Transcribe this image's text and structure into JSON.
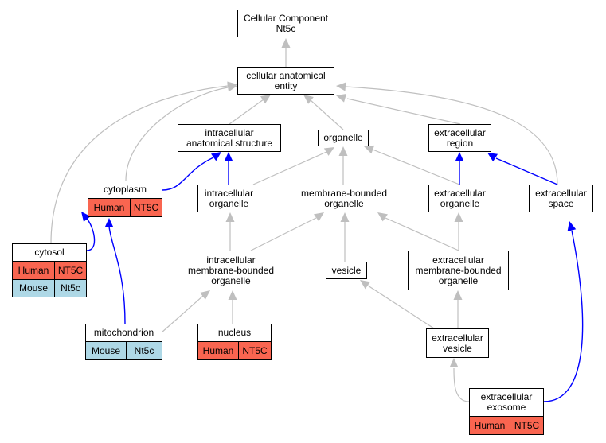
{
  "colors": {
    "human": "#f96550",
    "mouse": "#aed8e6",
    "edge_gray": "#bfbfbf",
    "edge_blue": "#0000ff"
  },
  "nodes": {
    "root": "Cellular Component\nNt5c",
    "cae": "cellular anatomical\nentity",
    "ias": "intracellular\nanatomical structure",
    "organelle": "organelle",
    "ecr": "extracellular\nregion",
    "io": "intracellular\norganelle",
    "mbo": "membrane-bounded\norganelle",
    "eco": "extracellular\norganelle",
    "ecs": "extracellular\nspace",
    "imbo": "intracellular\nmembrane-bounded\norganelle",
    "vesicle": "vesicle",
    "embo": "extracellular\nmembrane-bounded\norganelle",
    "ecv": "extracellular\nvesicle"
  },
  "tables": {
    "cytoplasm": {
      "title": "cytoplasm",
      "rows": [
        {
          "org": "Human",
          "gene": "NT5C"
        }
      ]
    },
    "cytosol": {
      "title": "cytosol",
      "rows": [
        {
          "org": "Human",
          "gene": "NT5C"
        },
        {
          "org": "Mouse",
          "gene": "Nt5c"
        }
      ]
    },
    "mitochondrion": {
      "title": "mitochondrion",
      "rows": [
        {
          "org": "Mouse",
          "gene": "Nt5c"
        }
      ]
    },
    "nucleus": {
      "title": "nucleus",
      "rows": [
        {
          "org": "Human",
          "gene": "NT5C"
        }
      ]
    },
    "exosome": {
      "title": "extracellular\nexosome",
      "rows": [
        {
          "org": "Human",
          "gene": "NT5C"
        }
      ]
    }
  }
}
